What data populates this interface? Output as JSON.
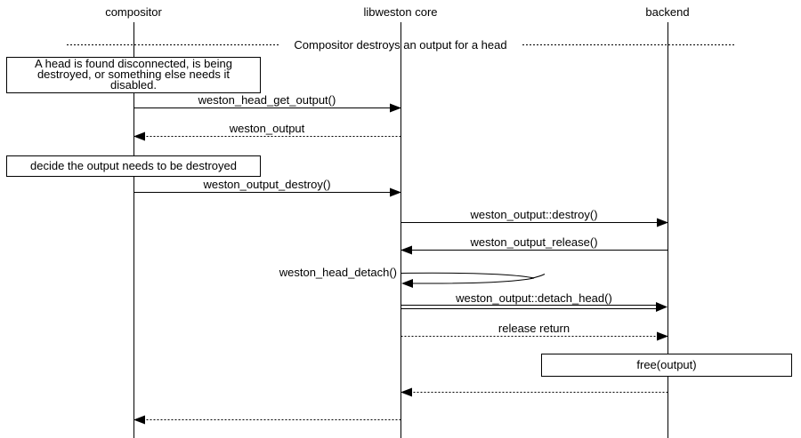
{
  "diagram": {
    "type": "sequence-diagram",
    "colors": {
      "ink": "#000000",
      "paper": "#ffffff"
    },
    "actors": [
      {
        "label": "compositor"
      },
      {
        "label": "libweston core"
      },
      {
        "label": "backend"
      }
    ],
    "divider": {
      "label": "Compositor destroys an output for a head"
    },
    "notes": [
      {
        "attached_to": "compositor",
        "lines": [
          "A head is found disconnected, is being",
          "destroyed, or something else needs it",
          "disabled."
        ]
      },
      {
        "attached_to": "compositor",
        "lines": [
          "decide the output needs to be destroyed"
        ]
      },
      {
        "attached_to": "backend",
        "lines": [
          "free(output)"
        ]
      }
    ],
    "messages": [
      {
        "label": "weston_head_get_output()",
        "from": "compositor",
        "to": "libweston core",
        "style": "solid"
      },
      {
        "label": "weston_output",
        "from": "libweston core",
        "to": "compositor",
        "style": "dotted"
      },
      {
        "label": "weston_output_destroy()",
        "from": "compositor",
        "to": "libweston core",
        "style": "solid"
      },
      {
        "label": "weston_output::destroy()",
        "from": "libweston core",
        "to": "backend",
        "style": "solid"
      },
      {
        "label": "weston_output_release()",
        "from": "backend",
        "to": "libweston core",
        "style": "solid"
      },
      {
        "label": "weston_head_detach()",
        "from": "libweston core",
        "to": "libweston core",
        "style": "self"
      },
      {
        "label": "weston_output::detach_head()",
        "from": "libweston core",
        "to": "backend",
        "style": "double"
      },
      {
        "label": "release return",
        "from": "libweston core",
        "to": "backend",
        "style": "dotted"
      },
      {
        "label": "",
        "from": "backend",
        "to": "libweston core",
        "style": "dotted"
      },
      {
        "label": "",
        "from": "libweston core",
        "to": "compositor",
        "style": "dotted"
      }
    ]
  }
}
